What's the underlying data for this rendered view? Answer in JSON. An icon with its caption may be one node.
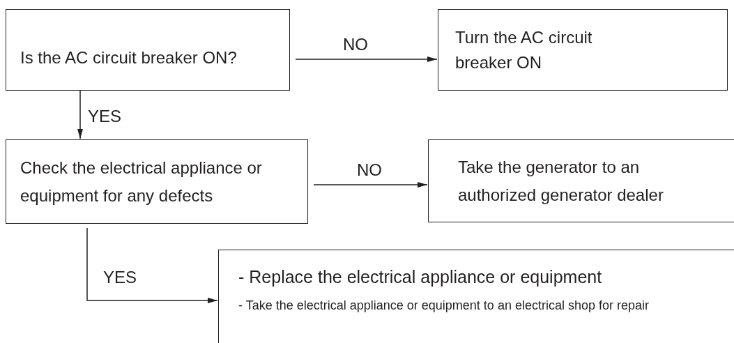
{
  "diagram": {
    "nodes": [
      {
        "text": [
          "Is the AC circuit breaker ON?"
        ]
      },
      {
        "text": [
          "Turn the AC circuit breaker ON"
        ]
      },
      {
        "text": [
          "Check the electrical appliance or equipment for any defects"
        ]
      },
      {
        "text": [
          "Take the generator to an authorized generator dealer"
        ]
      },
      {
        "text": [
          "- Replace the electrical appliance or equipment",
          "- Take the electrical appliance or equipment to an electrical shop for repair"
        ]
      }
    ],
    "edges": [
      {
        "from": 0,
        "to": 1,
        "arrow": "to",
        "label": "NO"
      },
      {
        "from": 0,
        "to": 2,
        "arrow": "to",
        "label": "YES"
      },
      {
        "from": 2,
        "to": 3,
        "arrow": "to",
        "label": "NO"
      },
      {
        "from": 2,
        "to": 4,
        "arrow": "to",
        "label": "YES"
      }
    ]
  }
}
